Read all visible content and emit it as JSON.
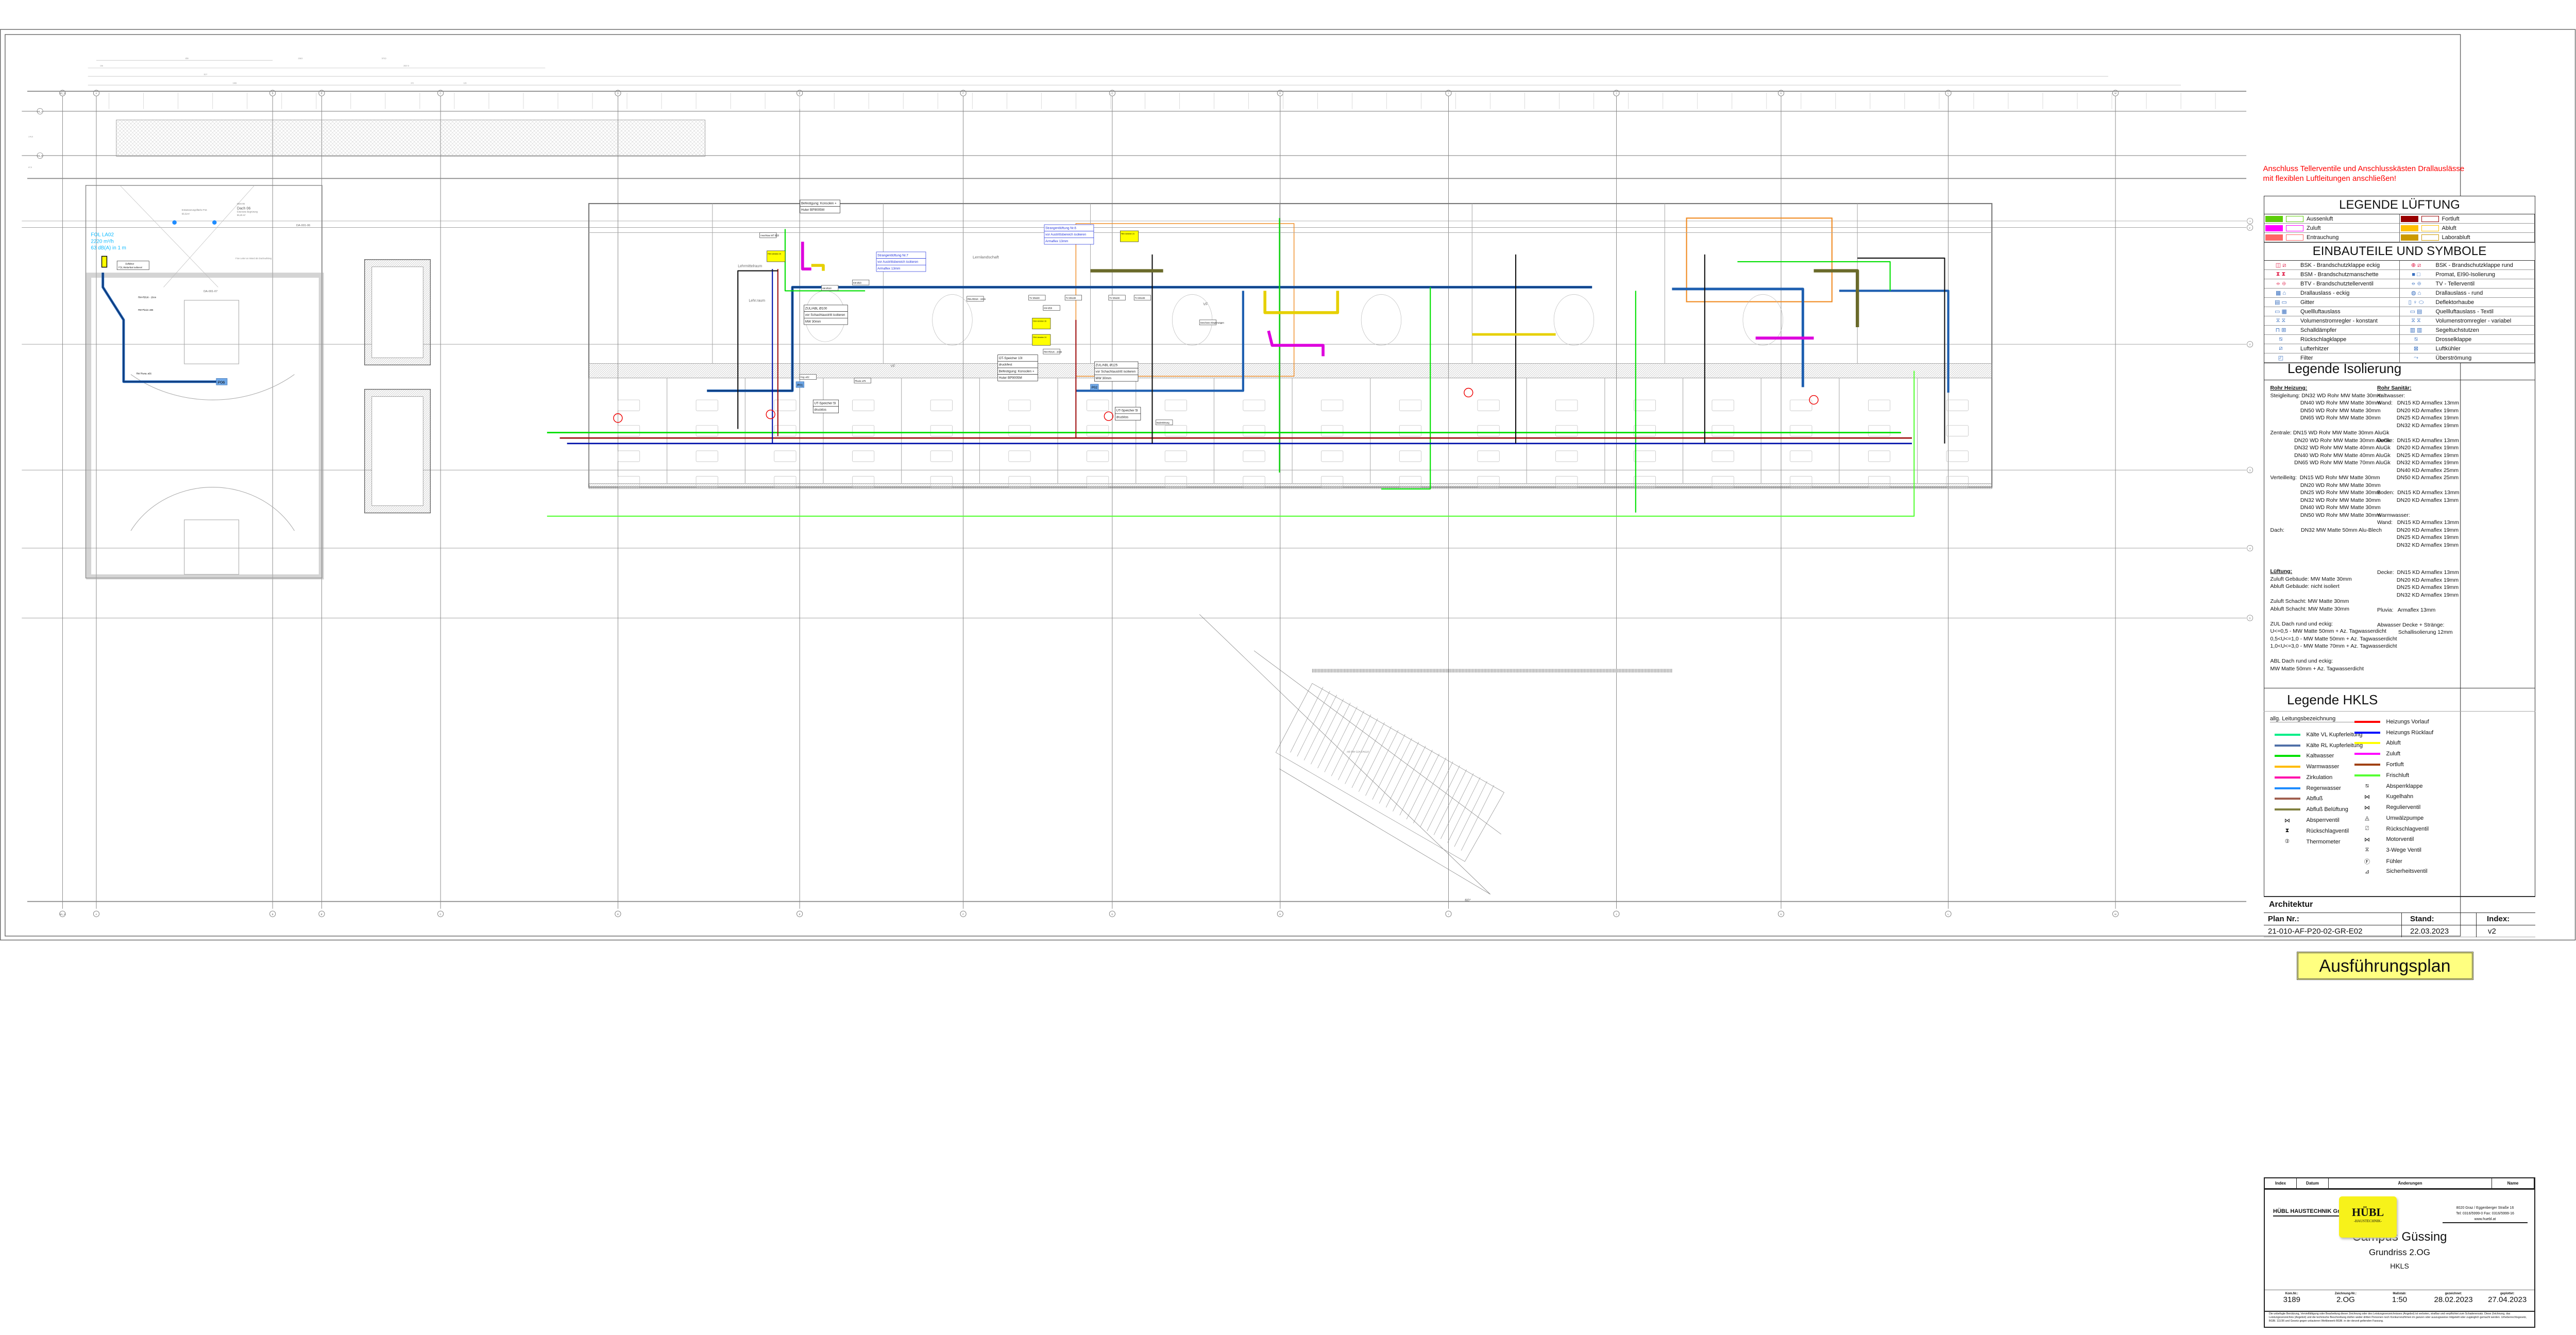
{
  "plan": {
    "grid_cols": [
      "M1_N",
      "A",
      "B",
      "B'",
      "C",
      "D",
      "E",
      "F",
      "G",
      "H",
      "I",
      "J",
      "K",
      "L",
      "M"
    ],
    "grid_rows": [
      "M1_A",
      "M1_B",
      "1",
      "1'",
      "2",
      "3",
      "4",
      "5"
    ],
    "dims": [
      "856",
      "238,5",
      "575,5",
      "106",
      "2837,5",
      "1117",
      "1383",
      "372",
      "126",
      "176,5",
      "67,5"
    ],
    "fol": {
      "name": "FOL LA02",
      "flow": "2220 m³/h",
      "noise": "63 dB(A) in 1 m",
      "deflector": "Deflektor",
      "deflector_note": "FOL Wetterfest isolieren!"
    },
    "roof": {
      "code": "DDS-06",
      "name": "Dach 06",
      "desc": "Extensive Begrünung",
      "area": "55,45 m²",
      "drain": "Entwässerungsfläche P16",
      "drain_area": "66,61m²",
      "sec1": "DA-001-06",
      "sec2": "DA-001-07",
      "ladder": "Fixe Leiter an Wand als Dachaufstieg"
    },
    "pipes": {
      "rw1": "RW Pluvia: ø56",
      "rw2": "RW Pluvia: ø56",
      "rm": "RM=RDUK - 10cm"
    },
    "drains": [
      "P06",
      "P01",
      "P02"
    ],
    "rooms": [
      "Lehrmittelraum",
      "Lernlandschaft",
      "Lehr.raum",
      "VF",
      "VF"
    ],
    "strang7": [
      "Strangentlüftung Nr.7",
      "vor Austrittsbereich isolieren",
      "Armaflex 13mm"
    ],
    "strang6": [
      "Strangentlüftung Nr.6",
      "vor Austrittsbereich isolieren",
      "Armaflex 13mm"
    ],
    "zulabl100": [
      "ZUL/ABL Ø100",
      "vor Schachtaustritt isolieren",
      "MW 30mm"
    ],
    "zulabl125": [
      "ZUL/ABL Ø125",
      "vor Schachtaustritt isolieren",
      "MW 30mm"
    ],
    "ot_speicher": [
      "OT-Speicher 10l",
      "druckfest",
      "Befestigung: Konsolen +",
      "Huter BP9005M"
    ],
    "befestigung": [
      "Befestigung: Konsolen +",
      "Huter BP9005M"
    ],
    "ut_speicher1": [
      "UT-Speicher 5l",
      "drucklos"
    ],
    "ut_speicher2": [
      "UT-Speicher 5l",
      "drucklos"
    ],
    "fbh": [
      "FBH-Verteiler 25",
      "FBH-Verteiler 23",
      "FBH-Verteiler 26",
      "FBH-Verteiler 24"
    ],
    "tags": [
      "TV DN100",
      "TV DN100",
      "TV DN100",
      "TV DN100",
      "KW Ø20",
      "KW Ø26",
      "AW Ø110",
      "Anschluss WT Ø20",
      "RM=RDUK - 10cm",
      "RM=RDUK - 20cm",
      "Pluvia: ø75",
      "Hzg: ø32",
      "Geschoss Absperrungen",
      "Bodenleitung"
    ],
    "stair": {
      "angle": "60°",
      "note": "AB RW G24 DN110"
    }
  },
  "legend": {
    "note": [
      "Anschluss Tellerventile und Anschlusskästen Drallauslässe",
      "mit flexiblen Luftleitungen anschließen!"
    ],
    "lueftung_title": "LEGENDE LÜFTUNG",
    "lueftung": [
      {
        "label": "Aussenluft",
        "color": "#5ccd0a"
      },
      {
        "label": "Fortluft",
        "color": "#990000"
      },
      {
        "label": "Zuluft",
        "color": "#ff00ff"
      },
      {
        "label": "Abluft",
        "color": "#ffc000"
      },
      {
        "label": "Entrauchung",
        "color": "#ff6666"
      },
      {
        "label": "Laborabluft",
        "color": "#cc9900"
      }
    ],
    "symbole_title": "EINBAUTEILE UND SYMBOLE",
    "symbole": [
      {
        "label": "BSK - Brandschutzklappe eckig",
        "icon": "fire-damper-square-icon",
        "glyph": "◫ ⧄"
      },
      {
        "label": "BSK - Brandschutzklappe rund",
        "icon": "fire-damper-round-icon",
        "glyph": "⊕ ⧄"
      },
      {
        "label": "BSM - Brandschutzmanschette",
        "icon": "fire-collar-icon",
        "glyph": "⧗ ⧗"
      },
      {
        "label": "Promat, EI90-Isolierung",
        "icon": "promat-insulation-icon",
        "glyph": "■ □"
      },
      {
        "label": "BTV - Brandschutztellerventil",
        "icon": "fire-disc-valve-icon",
        "glyph": "⦵ ⊕"
      },
      {
        "label": "TV - Tellerventil",
        "icon": "disc-valve-icon",
        "glyph": "⦵ ⊕"
      },
      {
        "label": "Drallauslass - eckig",
        "icon": "swirl-diffuser-square-icon",
        "glyph": "▦ ⌂"
      },
      {
        "label": "Drallauslass - rund",
        "icon": "swirl-diffuser-round-icon",
        "glyph": "◍ ⌂"
      },
      {
        "label": "Gitter",
        "icon": "grille-icon",
        "glyph": "▤ ▭"
      },
      {
        "label": "Deflektorhaube",
        "icon": "deflector-hood-icon",
        "glyph": "▯ ♀ ⬭"
      },
      {
        "label": "Quellluftauslass",
        "icon": "displacement-outlet-icon",
        "glyph": "▭ ▦"
      },
      {
        "label": "Quellluftauslass - Textil",
        "icon": "textile-outlet-icon",
        "glyph": "▭ ▤"
      },
      {
        "label": "Volumenstromregler - konstant",
        "icon": "cav-regulator-icon",
        "glyph": "⧖ ⧖"
      },
      {
        "label": "Volumenstromregler - variabel",
        "icon": "vav-regulator-icon",
        "glyph": "⧖ ⧖"
      },
      {
        "label": "Schalldämpfer",
        "icon": "silencer-icon",
        "glyph": "⊓ ⊞"
      },
      {
        "label": "Segeltuchstutzen",
        "icon": "flexible-connector-icon",
        "glyph": "▥ ▥"
      },
      {
        "label": "Rückschlagklappe",
        "icon": "check-damper-icon",
        "glyph": "⧅"
      },
      {
        "label": "Drosselklappe",
        "icon": "throttle-damper-icon",
        "glyph": "⧅"
      },
      {
        "label": "Lufterhitzer",
        "icon": "air-heater-icon",
        "glyph": "⧄"
      },
      {
        "label": "Luftkühler",
        "icon": "air-cooler-icon",
        "glyph": "⊠"
      },
      {
        "label": "Filter",
        "icon": "filter-icon",
        "glyph": "◰"
      },
      {
        "label": "Überströmung",
        "icon": "overflow-icon",
        "glyph": "⤳"
      }
    ],
    "isolierung_title": "Legende Isolierung",
    "isolierung": {
      "heizung_title": "Rohr Heizung:",
      "heizung": "Steigleitung: DN32 WD Rohr MW Matte 30mm\n                    DN40 WD Rohr MW Matte 30mm\n                    DN50 WD Rohr MW Matte 30mm\n                    DN65 WD Rohr MW Matte 30mm\n\nZentrale: DN15 WD Rohr MW Matte 30mm AluGk\n                DN20 WD Rohr MW Matte 30mm AluGk\n                DN32 WD Rohr MW Matte 40mm AluGk\n                DN40 WD Rohr MW Matte 40mm AluGk\n                DN65 WD Rohr MW Matte 70mm AluGk\n\nVerteilleitg:  DN15 WD Rohr MW Matte 30mm\n                    DN20 WD Rohr MW Matte 30mm\n                    DN25 WD Rohr MW Matte 30mm\n                    DN32 WD Rohr MW Matte 30mm\n                    DN40 WD Rohr MW Matte 30mm\n                    DN50 WD Rohr MW Matte 30mm\n\nDach:           DN32 MW Matte 50mm Alu-Blech",
      "sanitaer_title": "Rohr Sanitär:",
      "sanitaer": "Kaltwasser:\nWand:   DN15 KD Armaflex 13mm\n             DN20 KD Armaflex 19mm\n             DN25 KD Armaflex 19mm\n             DN32 KD Armaflex 19mm\n\nDecke:  DN15 KD Armaflex 13mm\n             DN20 KD Armaflex 19mm\n             DN25 KD Armaflex 19mm\n             DN32 KD Armaflex 19mm\n             DN40 KD Armaflex 25mm\n             DN50 KD Armaflex 25mm\n\nBoden:  DN15 KD Armaflex 13mm\n             DN20 KD Armaflex 13mm\n\nWarmwasser:\nWand:   DN15 KD Armaflex 13mm\n             DN20 KD Armaflex 19mm\n             DN25 KD Armaflex 19mm\n             DN32 KD Armaflex 19mm",
      "lueftung_title": "Lüftung:",
      "lueftung": "Zuluft Gebäude: MW Matte 30mm\nAbluft Gebäude: nicht isoliert\n\nZuluft Schacht: MW Matte 30mm\nAbluft Schacht: MW Matte 30mm\n\nZUL Dach rund und eckig:\nU<=0,5 - MW Matte 50mm + Az. Tagwasserdicht\n0,5<U<=1,0 - MW Matte 50mm + Az. Tagwasserdicht\n1,0<U<=3,0 - MW Matte 70mm + Az. Tagwasserdicht\n\nABL Dach rund und eckig:\nMW Matte 50mm + Az. Tagwasserdicht",
      "sanitaer2": "Decke:  DN15 KD Armaflex 13mm\n             DN20 KD Armaflex 19mm\n             DN25 KD Armaflex 19mm\n             DN32 KD Armaflex 19mm\n\nPluvia:   Armaflex 13mm\n\nAbwasser Decke + Stränge:\n              Schallisolierung 12mm"
    },
    "hkls_title": "Legende HKLS",
    "hkls_heading": "allg. Leitungsbezeichnung",
    "hkls_left": [
      {
        "label": "Kälte VL Kupferleitung",
        "color": "#00ee88"
      },
      {
        "label": "Kälte RL Kupferleitung",
        "color": "#5070a8"
      },
      {
        "label": "Kaltwasser",
        "color": "#00e000"
      },
      {
        "label": "Warmwasser",
        "color": "#ffbb00"
      },
      {
        "label": "Zirkulation",
        "color": "#ff00aa"
      },
      {
        "label": "Regenwasser",
        "color": "#1e8cff"
      },
      {
        "label": "Abfluß",
        "color": "#a06050"
      },
      {
        "label": "Abfluß Belüftung",
        "color": "#808040"
      },
      {
        "label": "Absperrventil",
        "glyph": "⋈",
        "icon": "shutoff-valve-icon"
      },
      {
        "label": "Rückschlagventil",
        "glyph": "⧗",
        "icon": "check-valve-icon"
      },
      {
        "label": "Thermometer",
        "glyph": "⦶",
        "icon": "thermometer-icon"
      }
    ],
    "hkls_right": [
      {
        "label": "Heizungs Vorlauf",
        "color": "#ff0000"
      },
      {
        "label": "Heizungs Rücklauf",
        "color": "#0010ff"
      },
      {
        "label": "Abluft",
        "color": "#ffff00"
      },
      {
        "label": "Zuluft",
        "color": "#ff00ff"
      },
      {
        "label": "Fortluft",
        "color": "#a04010"
      },
      {
        "label": "Frischluft",
        "color": "#55ff33"
      },
      {
        "label": "Absperrklappe",
        "glyph": "⧅",
        "icon": "shutoff-damper-icon"
      },
      {
        "label": "Kugelhahn",
        "glyph": "⋈",
        "icon": "ball-valve-icon"
      },
      {
        "label": "Regulierventil",
        "glyph": "⋈",
        "icon": "regulating-valve-icon"
      },
      {
        "label": "Umwälzpumpe",
        "glyph": "◬",
        "icon": "circulation-pump-icon"
      },
      {
        "label": "Rückschlagventil",
        "glyph": "⍁",
        "icon": "check-valve-icon"
      },
      {
        "label": "Motorventil",
        "glyph": "⋈",
        "icon": "motor-valve-icon"
      },
      {
        "label": "3-Wege Ventil",
        "glyph": "⧖",
        "icon": "three-way-valve-icon"
      },
      {
        "label": "Fühler",
        "glyph": "Ⓕ",
        "icon": "sensor-icon"
      },
      {
        "label": "Sicherheitsventil",
        "glyph": "⊿",
        "icon": "safety-valve-icon"
      }
    ]
  },
  "architektur": {
    "title": "Architektur",
    "plan_nr_label": "Plan Nr.:",
    "stand_label": "Stand:",
    "index_label": "Index:",
    "plan_nr": "21-010-AF-P20-02-GR-E02",
    "stand": "22.03.2023",
    "index": "v2"
  },
  "status_stamp": "Ausführungsplan",
  "title_block": {
    "cols": [
      "Index",
      "Datum",
      "Änderungen",
      "Name"
    ],
    "company": "HÜBL HAUSTECHNIK GmbH",
    "logo": [
      "HÜBL",
      "-HAUSTECHNIK-"
    ],
    "address": [
      "8020 Graz / Eggenberger Straße 16",
      "Tel: 0316/5999-0  Fax: 0316/5999-16",
      "www.huebl.at"
    ],
    "project": "Campus Güssing",
    "drawing": "Grundriss 2.OG",
    "discipline": "HKLS",
    "fields": [
      {
        "label": "Kom.Nr.:",
        "value": "3189"
      },
      {
        "label": "Zeichnung-Nr.:",
        "value": "2.OG"
      },
      {
        "label": "Maßstab:",
        "value": "1:50"
      },
      {
        "label": "gezeichnet:",
        "value": "28.02.2023"
      },
      {
        "label": "geplottet:",
        "value": "27.04.2023"
      }
    ],
    "disclaimer": "Die unbefugte Benützung, Vervielfältigung oder Bearbeitung dieser Zeichnung oder des Leistungsverzeichnisses (Angebot) ist verboten, strafbar und verpflichtet zum Schadenersatz. Diese Zeichnung, das Leistungsverzeichnis (Angebot) und die technische Beschreibung dürfen weder dritten Personen noch Konkurrenzfirmen im ganzen oder auszugsweise mitgeteilt oder zugänglich gemacht werden. Urheberrechtsgesetz, BGBl. 111/36 und Gesetz gegen unlauteren Wettbewerb BGBl. in der derzeit geltenden Fassung."
  },
  "colors": {
    "heating_flow": "#ff0000",
    "heating_return": "#0010ff",
    "cold_water": "#00e000",
    "rain": "#1e5fb0",
    "accent_yellow": "#ffff00"
  }
}
